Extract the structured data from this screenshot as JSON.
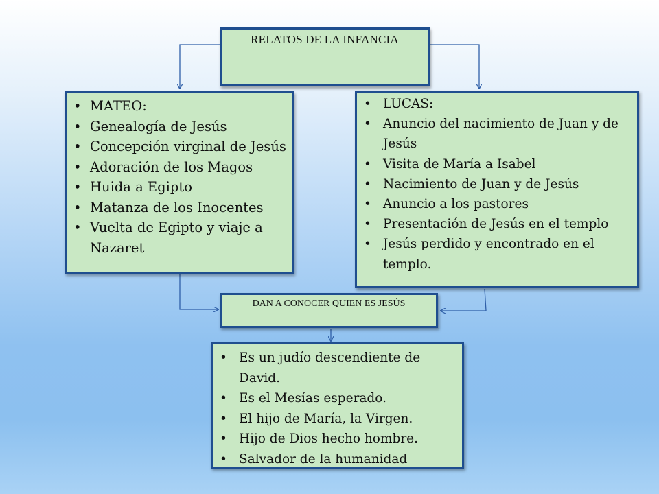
{
  "title": "RELATOS DE LA INFANCIA",
  "mateo": {
    "items": [
      "MATEO:",
      "Genealogía de Jesús",
      "Concepción virginal de Jesús",
      "Adoración de los Magos",
      "Huida a Egipto",
      "Matanza de los Inocentes",
      "Vuelta de Egipto y viaje a Nazaret"
    ]
  },
  "lucas": {
    "items": [
      "LUCAS:",
      "Anuncio del nacimiento de Juan y de Jesús",
      "Visita de María a Isabel",
      "Nacimiento de Juan y de Jesús",
      "Anuncio a los pastores",
      "Presentación de Jesús en el templo",
      "Jesús perdido y encontrado en el templo."
    ]
  },
  "middle": "DAN A CONOCER QUIEN ES JESÚS",
  "result": {
    "items": [
      "Es un judío descendiente de David.",
      "Es el Mesías esperado.",
      "El hijo de María, la Virgen.",
      "Hijo de Dios hecho hombre.",
      "Salvador de la humanidad"
    ]
  },
  "colors": {
    "box_fill": "#c9e8c4",
    "box_border": "#1f4e8f",
    "connector": "#2f5fa8"
  }
}
